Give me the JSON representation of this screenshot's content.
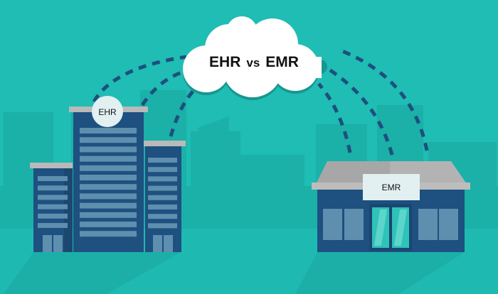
{
  "title": "EHR vs EMR",
  "title_parts": {
    "left": "EHR",
    "mid": "vs",
    "right": "EMR"
  },
  "left_building_label": "EHR",
  "right_building_label": "EMR",
  "colors": {
    "background": "#1fbdb4",
    "skyline": "#1bb0a8",
    "building": "#1e5080",
    "window": "#5f8fae",
    "roof": "#b9b9b9",
    "dash": "#1e4f7e",
    "glass": "#4fd0c6"
  }
}
